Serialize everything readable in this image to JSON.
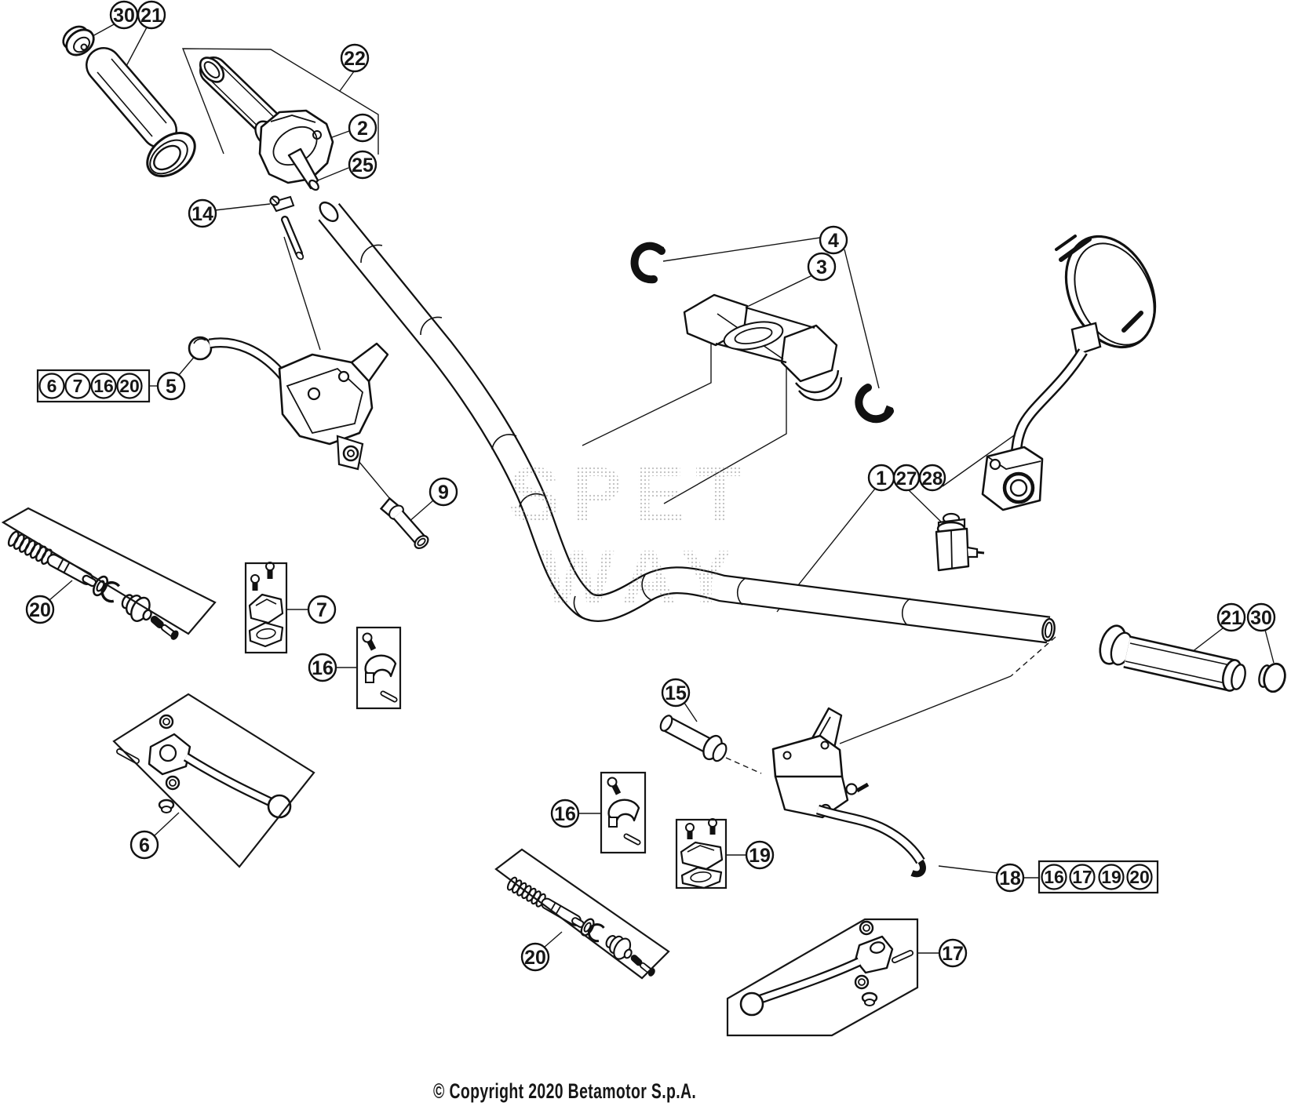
{
  "watermark": {
    "line1": "SPET",
    "line2": "WAY"
  },
  "footer": {
    "copyright": "© Copyright 2020 Betamotor S.p.A."
  },
  "callouts": {
    "n30_left": "30",
    "n21_left": "21",
    "n22": "22",
    "n2": "2",
    "n25": "25",
    "n14": "14",
    "n4": "4",
    "n3": "3",
    "g1_6": "6",
    "g1_7": "7",
    "g1_16": "16",
    "g1_20": "20",
    "n5": "5",
    "n9": "9",
    "n1": "1",
    "n27": "27",
    "n28": "28",
    "n20_left": "20",
    "n7": "7",
    "n16_mid": "16",
    "n21_right": "21",
    "n30_right": "30",
    "n15": "15",
    "n16_low": "16",
    "n19": "19",
    "n6": "6",
    "n20_bottom": "20",
    "n18": "18",
    "g2_16": "16",
    "g2_17": "17",
    "g2_19": "19",
    "g2_20": "20",
    "n17": "17"
  }
}
